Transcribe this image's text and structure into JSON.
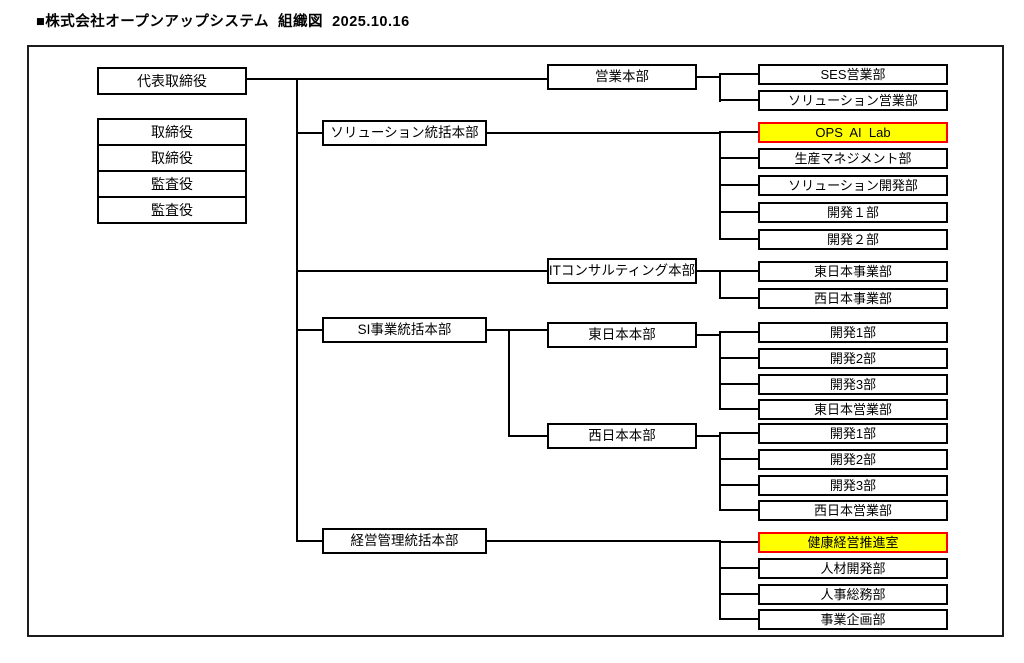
{
  "title": "■株式会社オープンアップシステム  組織図  2025.10.16",
  "colors": {
    "highlight_fill": "#FFFF00",
    "highlight_border": "#FF0000",
    "line": "#000000"
  },
  "org": {
    "ceo": {
      "label": "代表取締役"
    },
    "officers": [
      {
        "label": "取締役"
      },
      {
        "label": "取締役"
      },
      {
        "label": "監査役"
      },
      {
        "label": "監査役"
      }
    ],
    "sales_hq": {
      "label": "営業本部",
      "children": [
        {
          "label": "SES営業部"
        },
        {
          "label": "ソリューション営業部"
        }
      ]
    },
    "solution_hq": {
      "label": "ソリューション統括本部",
      "children": [
        {
          "label": "OPS  AI  Lab",
          "highlighted": true
        },
        {
          "label": "生産マネジメント部"
        },
        {
          "label": "ソリューション開発部"
        },
        {
          "label": "開発１部"
        },
        {
          "label": "開発２部"
        }
      ]
    },
    "it_consulting_hq": {
      "label": "ITコンサルティング本部",
      "children": [
        {
          "label": "東日本事業部"
        },
        {
          "label": "西日本事業部"
        }
      ]
    },
    "si_hq": {
      "label": "SI事業統括本部",
      "east_hq": {
        "label": "東日本本部",
        "children": [
          {
            "label": "開発1部"
          },
          {
            "label": "開発2部"
          },
          {
            "label": "開発3部"
          },
          {
            "label": "東日本営業部"
          }
        ]
      },
      "west_hq": {
        "label": "西日本本部",
        "children": [
          {
            "label": "開発1部"
          },
          {
            "label": "開発2部"
          },
          {
            "label": "開発3部"
          },
          {
            "label": "西日本営業部"
          }
        ]
      }
    },
    "admin_hq": {
      "label": "経営管理統括本部",
      "children": [
        {
          "label": "健康経営推進室",
          "highlighted": true
        },
        {
          "label": "人材開発部"
        },
        {
          "label": "人事総務部"
        },
        {
          "label": "事業企画部"
        }
      ]
    }
  }
}
